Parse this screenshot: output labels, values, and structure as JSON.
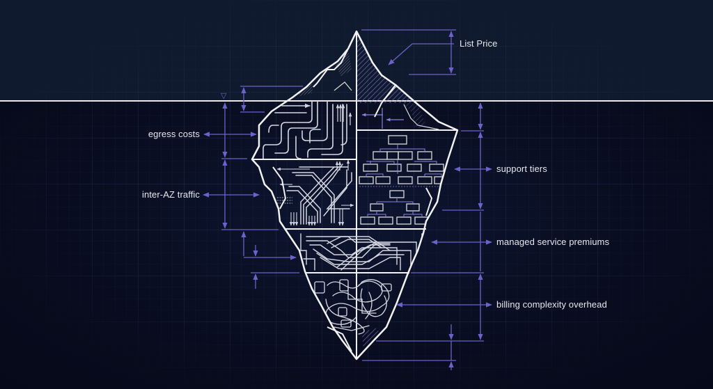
{
  "diagram": {
    "type": "iceberg",
    "colors": {
      "background_above": "#101a2e",
      "background_below": "#080c1d",
      "outline": "#f2f2f2",
      "dimension_lines": "#6b63c9",
      "grid": "#26325a",
      "label_text": "#e6e8ee"
    },
    "waterline_marker": "▽",
    "above_water": {
      "label": "List Price"
    },
    "below_water": {
      "left_labels": [
        {
          "label": "egress costs"
        },
        {
          "label": "inter-AZ traffic"
        }
      ],
      "right_labels": [
        {
          "label": "support tiers"
        },
        {
          "label": "managed service premiums"
        },
        {
          "label": "billing complexity overhead"
        }
      ]
    }
  }
}
